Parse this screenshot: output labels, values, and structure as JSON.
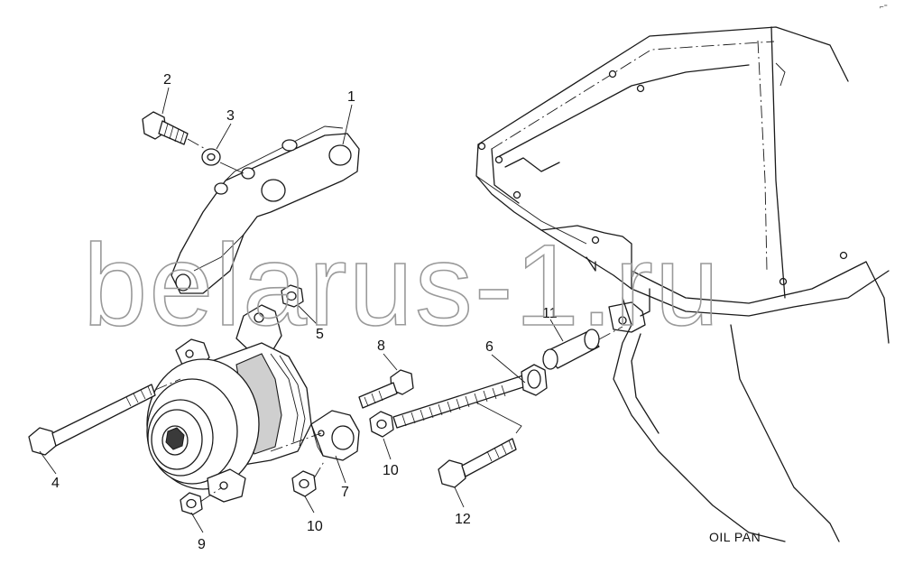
{
  "watermark": "belarus-1.ru",
  "corner_mark": "⌐⁼",
  "caption": "OIL PAN",
  "callouts": [
    {
      "id": "c1",
      "label": "1"
    },
    {
      "id": "c2",
      "label": "2"
    },
    {
      "id": "c3",
      "label": "3"
    },
    {
      "id": "c4",
      "label": "4"
    },
    {
      "id": "c5",
      "label": "5"
    },
    {
      "id": "c6",
      "label": "6"
    },
    {
      "id": "c7",
      "label": "7"
    },
    {
      "id": "c8",
      "label": "8"
    },
    {
      "id": "c9",
      "label": "9"
    },
    {
      "id": "c10a",
      "label": "10"
    },
    {
      "id": "c10b",
      "label": "10"
    },
    {
      "id": "c11",
      "label": "11"
    },
    {
      "id": "c12",
      "label": "12"
    }
  ]
}
